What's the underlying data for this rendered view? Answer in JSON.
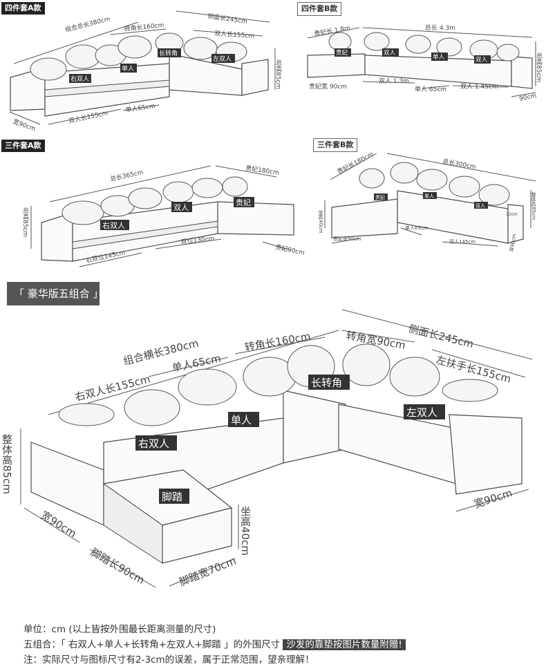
{
  "panels": {
    "a4": {
      "title": "四件套A款",
      "dims": {
        "side_length": "侧面长245cm",
        "total_length": "组合总长380cm",
        "corner_length": "转角长160cm",
        "double_length": "双人长155cm",
        "height": "总高85cm",
        "width": "宽90cm",
        "double_length_bottom": "双人长155cm",
        "single": "单人65cm"
      },
      "labels": [
        "右双人",
        "单人",
        "长转角",
        "左双人"
      ]
    },
    "b4": {
      "title": "四件套B款",
      "dims": {
        "total": "总长 4.3m",
        "chaise_len": "贵妃长 1.8m",
        "chaise_width": "贵妃宽 90cm",
        "double1": "双人 1.3m",
        "single": "单人 65cm",
        "double2": "双人 1.45cm",
        "width": "90cm",
        "height": "总高85cm"
      },
      "labels": [
        "贵妃",
        "双人",
        "单人",
        "双人"
      ]
    },
    "a3": {
      "title": "三件套A款",
      "dims": {
        "total": "总长365cm",
        "chaise": "贵妃180cm",
        "height": "总高85cm",
        "right_double": "右双位145cm",
        "double": "双位130cm",
        "chaise_width": "贵妃90cm"
      },
      "labels": [
        "右双人",
        "双人",
        "贵妃"
      ]
    },
    "b3": {
      "title": "三件套B款",
      "dims": {
        "chaise_len": "贵妃长180cm",
        "total": "总长300cm",
        "height": "整体高85cm",
        "seat_height": "坐高40cm",
        "chaise_width": "贵妃宽90cm",
        "single": "单人65cm",
        "double": "双人145cm",
        "depth": "深90cm",
        "arm": "32cm"
      },
      "labels": [
        "贵妃",
        "单人",
        "双人"
      ]
    }
  },
  "luxury": {
    "tag": "「 豪华版五组合 」",
    "dims": {
      "side_length": "侧面长245cm",
      "total_length": "组合横长380cm",
      "corner_width": "转角宽90cm",
      "corner_length": "转角长160cm",
      "single": "单人65cm",
      "right_double": "右双人长155cm",
      "left_arm": "左扶手长155cm",
      "height": "整体高85cm",
      "width_left": "宽90cm",
      "ottoman_len": "脚踏长90cm",
      "ottoman_width": "脚踏宽70cm",
      "seat_height": "坐高40cm",
      "width_right": "宽90cm"
    },
    "labels": {
      "right_double": "右双人",
      "single": "单人",
      "corner": "长转角",
      "left_double": "左双人",
      "ottoman": "脚踏"
    }
  },
  "notes": {
    "line1": "单位：cm (以上皆按外围最长距离测量的尺寸)",
    "line2_pre": "五组合：「 右双人+单人+长转角+左双人+脚踏 」的外围尺寸",
    "line2_highlight": "沙发的靠垫按图片数量附赠!",
    "line3": "注：实际尺寸与图标尺寸有2-3cm的误差，属于正常范围，望亲理解！"
  }
}
